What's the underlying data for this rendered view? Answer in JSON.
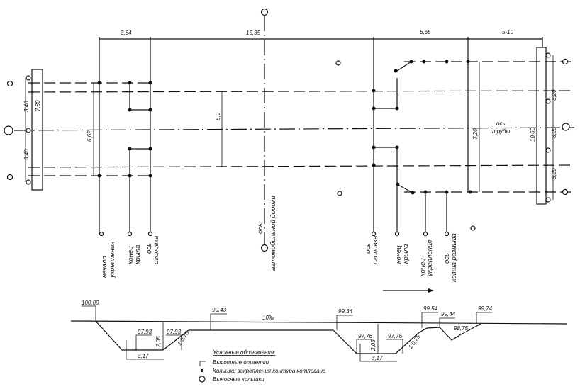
{
  "plan": {
    "top_dimensions": [
      "3,84",
      "15,35",
      "6,65",
      "5-10"
    ],
    "left_dimensions": [
      "3,40",
      "3,40",
      "7,80"
    ],
    "inner_dimensions": [
      "6,62",
      "5,0",
      "7,20",
      "10,60"
    ],
    "right_dimensions": [
      "3,20",
      "3,20",
      "3,20"
    ],
    "pipe_axis": [
      "ось",
      "трубы"
    ],
    "labels": [
      [
        "начало",
        "укрепления"
      ],
      [
        "конец",
        "крыла"
      ],
      [
        "ось",
        "оголовка"
      ],
      [
        "ось",
        "автомобильной дороги"
      ],
      [
        "ось",
        "оголовка"
      ],
      [
        "конец",
        "крыла"
      ],
      [
        "конец",
        "укрепления"
      ],
      [
        "ось",
        "ковша размыва"
      ]
    ]
  },
  "profile": {
    "elevations": [
      "100,00",
      "99,43",
      "99,34",
      "99,54",
      "99,44",
      "99,74"
    ],
    "pit_left": {
      "bottom_left": "97,93",
      "bottom_right": "97,93",
      "depth": "2,05",
      "width": "3,17",
      "slope": "1:0,75"
    },
    "pit_right": {
      "bottom_left": "97,76",
      "bottom_right": "97,76",
      "depth": "2,05",
      "width": "3,17",
      "slope": "1:0,75"
    },
    "scour_elevation": "98,75",
    "gradient": "10‰"
  },
  "legend": {
    "title": "Условные обозначения:",
    "items": [
      "Высотные отметки",
      "Кольшки закрепления контура котлована",
      "Выносные кольшки"
    ]
  }
}
